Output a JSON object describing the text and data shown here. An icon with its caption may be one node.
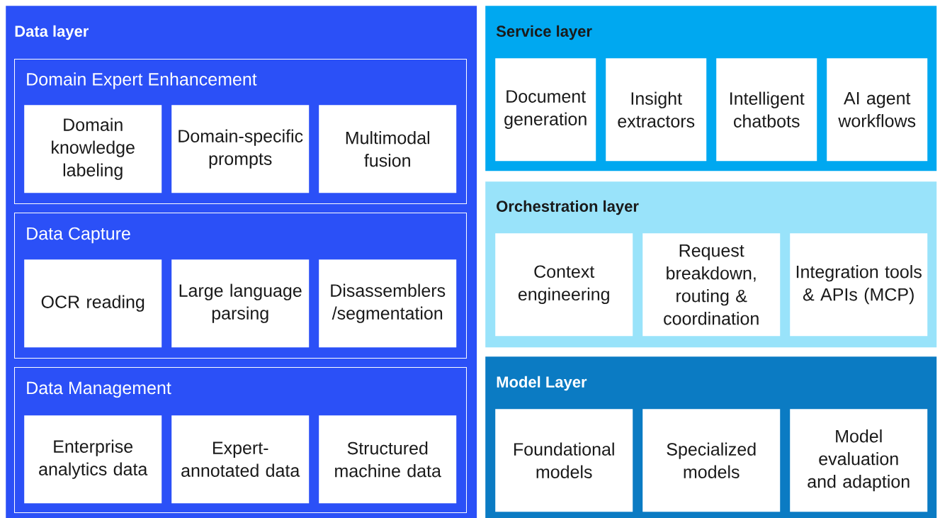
{
  "diagram": {
    "nodes": [
      {
        "text": [
          "Data layer"
        ]
      },
      {
        "text": [
          "Domain Expert Enhancement"
        ],
        "in": 0
      },
      {
        "text": [
          "Domain knowledge labeling"
        ],
        "in": 1
      },
      {
        "text": [
          "Domain-specific prompts"
        ],
        "in": 1
      },
      {
        "text": [
          "Multimodal fusion"
        ],
        "in": 1
      },
      {
        "text": [
          "Data Capture"
        ],
        "in": 0
      },
      {
        "text": [
          "OCR reading"
        ],
        "in": 5
      },
      {
        "text": [
          "Large language parsing"
        ],
        "in": 5
      },
      {
        "text": [
          "Disassemblers /segmentation"
        ],
        "in": 5
      },
      {
        "text": [
          "Data Management"
        ],
        "in": 0
      },
      {
        "text": [
          "Enterprise analytics data"
        ],
        "in": 9
      },
      {
        "text": [
          "Expert-annotated data"
        ],
        "in": 9
      },
      {
        "text": [
          "Structured machine data"
        ],
        "in": 9
      },
      {
        "text": [
          "Service layer"
        ]
      },
      {
        "text": [
          "Document generation"
        ],
        "in": 13
      },
      {
        "text": [
          "Insight extractors"
        ],
        "in": 13
      },
      {
        "text": [
          "Intelligent chatbots"
        ],
        "in": 13
      },
      {
        "text": [
          "AI agent workflows"
        ],
        "in": 13
      },
      {
        "text": [
          "Orchestration layer"
        ]
      },
      {
        "text": [
          "Context engineering"
        ],
        "in": 18
      },
      {
        "text": [
          "Request breakdown, routing & coordination"
        ],
        "in": 18
      },
      {
        "text": [
          "Integration tools & APIs (MCP)"
        ],
        "in": 18
      },
      {
        "text": [
          "Model Layer"
        ]
      },
      {
        "text": [
          "Foundational models"
        ],
        "in": 22
      },
      {
        "text": [
          "Specialized models"
        ],
        "in": 22
      },
      {
        "text": [
          "Model evaluation and adaption"
        ],
        "in": 22
      }
    ]
  }
}
